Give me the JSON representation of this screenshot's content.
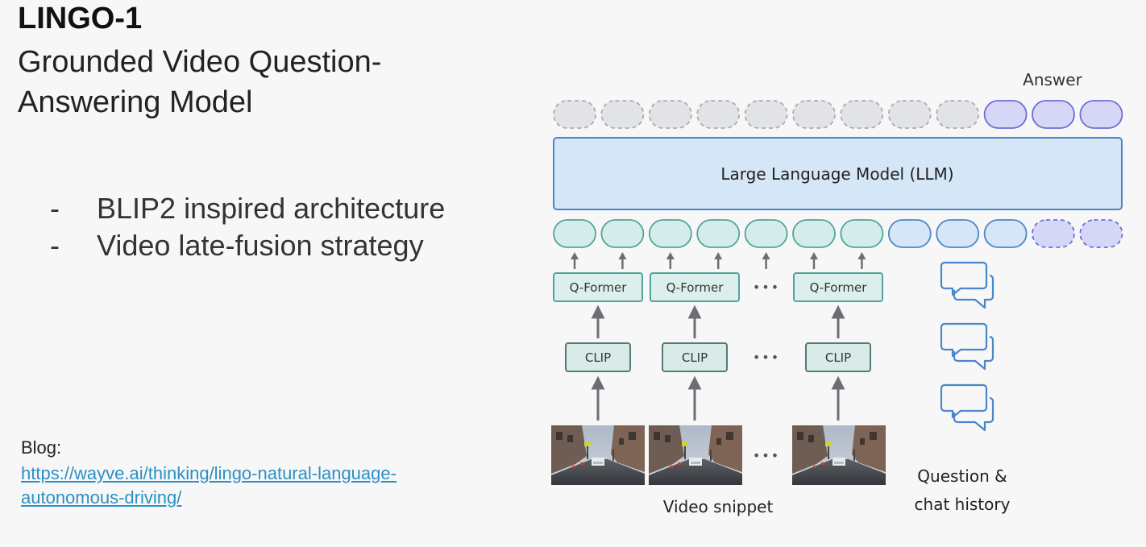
{
  "slide": {
    "title": "LINGO-1",
    "subtitle": "Grounded Video Question-Answering Model",
    "bullets": [
      {
        "dash": "-",
        "text": "BLIP2 inspired architecture"
      },
      {
        "dash": "-",
        "text": "Video late-fusion strategy"
      }
    ],
    "blog_label": "Blog:",
    "blog_url": "https://wayve.ai/thinking/lingo-natural-language-autonomous-driving/"
  },
  "diagram": {
    "answer_label": "Answer",
    "llm_label": "Large Language Model (LLM)",
    "qformer_label": "Q-Former",
    "clip_label": "CLIP",
    "ellipsis": "•••",
    "video_label": "Video snippet",
    "chat_label_line1": "Question &",
    "chat_label_line2": "chat history",
    "output_tokens": [
      "output",
      "output",
      "output",
      "output",
      "output",
      "output",
      "output",
      "output",
      "output",
      "answer",
      "answer",
      "answer"
    ],
    "input_tokens": [
      "video",
      "video",
      "video",
      "video",
      "video",
      "video",
      "video",
      "text",
      "text",
      "text",
      "answer",
      "answer"
    ],
    "colors": {
      "output_fill": "#e2e3e6",
      "output_stroke": "#a9acb2",
      "answer_fill": "#d6d6f7",
      "answer_stroke": "#6e6ed8",
      "video_fill": "#d4ecea",
      "video_stroke": "#4fa59b",
      "text_fill": "#d6e6f6",
      "text_stroke": "#4a86c8",
      "llm_fill": "#d5e6f6",
      "llm_stroke": "#4a86c8",
      "box_fill": "#dcefec",
      "box_stroke": "#4fa59b",
      "clip_fill": "#d9ebe8",
      "clip_stroke": "#557a74",
      "arrow": "#6b6f74",
      "chat_icon": "#4a86c8"
    }
  }
}
